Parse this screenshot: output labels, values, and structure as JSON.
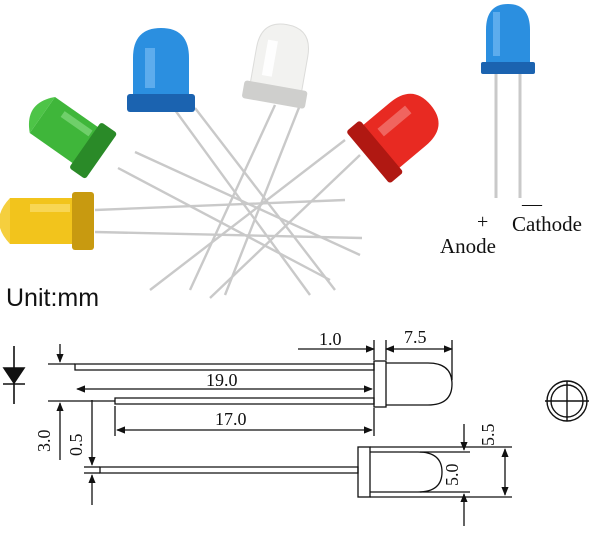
{
  "photo": {
    "leds": [
      {
        "name": "yellow-led",
        "color": "#f2c41c",
        "cap": "#c89a10"
      },
      {
        "name": "green-led",
        "color": "#3fb63a",
        "cap": "#2a8a28"
      },
      {
        "name": "blue-led",
        "color": "#2b8fe0",
        "cap": "#1b63b0"
      },
      {
        "name": "white-led",
        "color": "#f2f2f0",
        "cap": "#cfcfcd"
      },
      {
        "name": "red-led",
        "color": "#e82a22",
        "cap": "#b01812"
      }
    ]
  },
  "polarity": {
    "plus_sign": "+",
    "minus_sign": "—",
    "anode_label": "Anode",
    "cathode_label": "Cathode",
    "led_color": "#2b8fe0"
  },
  "unit_label": "Unit:mm",
  "dimensions": {
    "flange": "1.0",
    "body_length": "7.5",
    "long_lead": "19.0",
    "short_lead": "17.0",
    "lead_spacing": "3.0",
    "lead_thickness": "0.5",
    "flange_diameter": "5.5",
    "body_diameter": "5.0"
  }
}
